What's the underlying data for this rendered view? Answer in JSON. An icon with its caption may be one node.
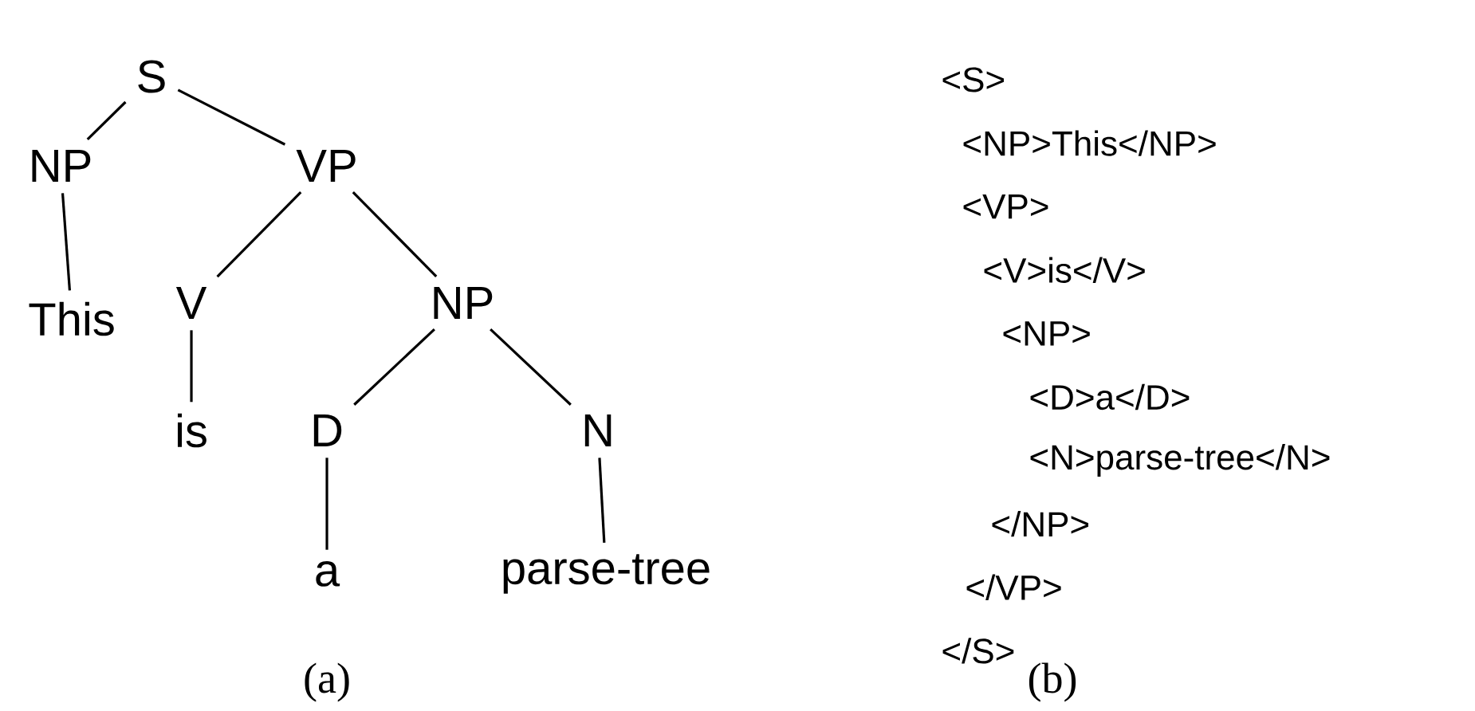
{
  "diagram": {
    "nodes": [
      {
        "text": [
          "S"
        ]
      },
      {
        "text": [
          "NP"
        ]
      },
      {
        "text": [
          "VP"
        ]
      },
      {
        "text": [
          "This"
        ]
      },
      {
        "text": [
          "V"
        ]
      },
      {
        "text": [
          "NP"
        ]
      },
      {
        "text": [
          "is"
        ]
      },
      {
        "text": [
          "D"
        ]
      },
      {
        "text": [
          "N"
        ]
      },
      {
        "text": [
          "a"
        ]
      },
      {
        "text": [
          "parse-tree"
        ]
      }
    ],
    "edges": [
      {
        "from": 0,
        "to": 1,
        "arrow": "none"
      },
      {
        "from": 0,
        "to": 2,
        "arrow": "none"
      },
      {
        "from": 1,
        "to": 3,
        "arrow": "none"
      },
      {
        "from": 2,
        "to": 4,
        "arrow": "none"
      },
      {
        "from": 2,
        "to": 5,
        "arrow": "none"
      },
      {
        "from": 4,
        "to": 6,
        "arrow": "none"
      },
      {
        "from": 5,
        "to": 7,
        "arrow": "none"
      },
      {
        "from": 5,
        "to": 8,
        "arrow": "none"
      },
      {
        "from": 7,
        "to": 9,
        "arrow": "none"
      },
      {
        "from": 8,
        "to": 10,
        "arrow": "none"
      }
    ],
    "labels": [
      "<S>",
      "<NP>This</NP>",
      "<VP>",
      "<V>is</V>",
      "<NP>",
      "<D>a</D>",
      "<N>parse-tree</N>",
      "</NP>",
      "</VP>",
      "</S>",
      "(a)",
      "(b)"
    ]
  }
}
